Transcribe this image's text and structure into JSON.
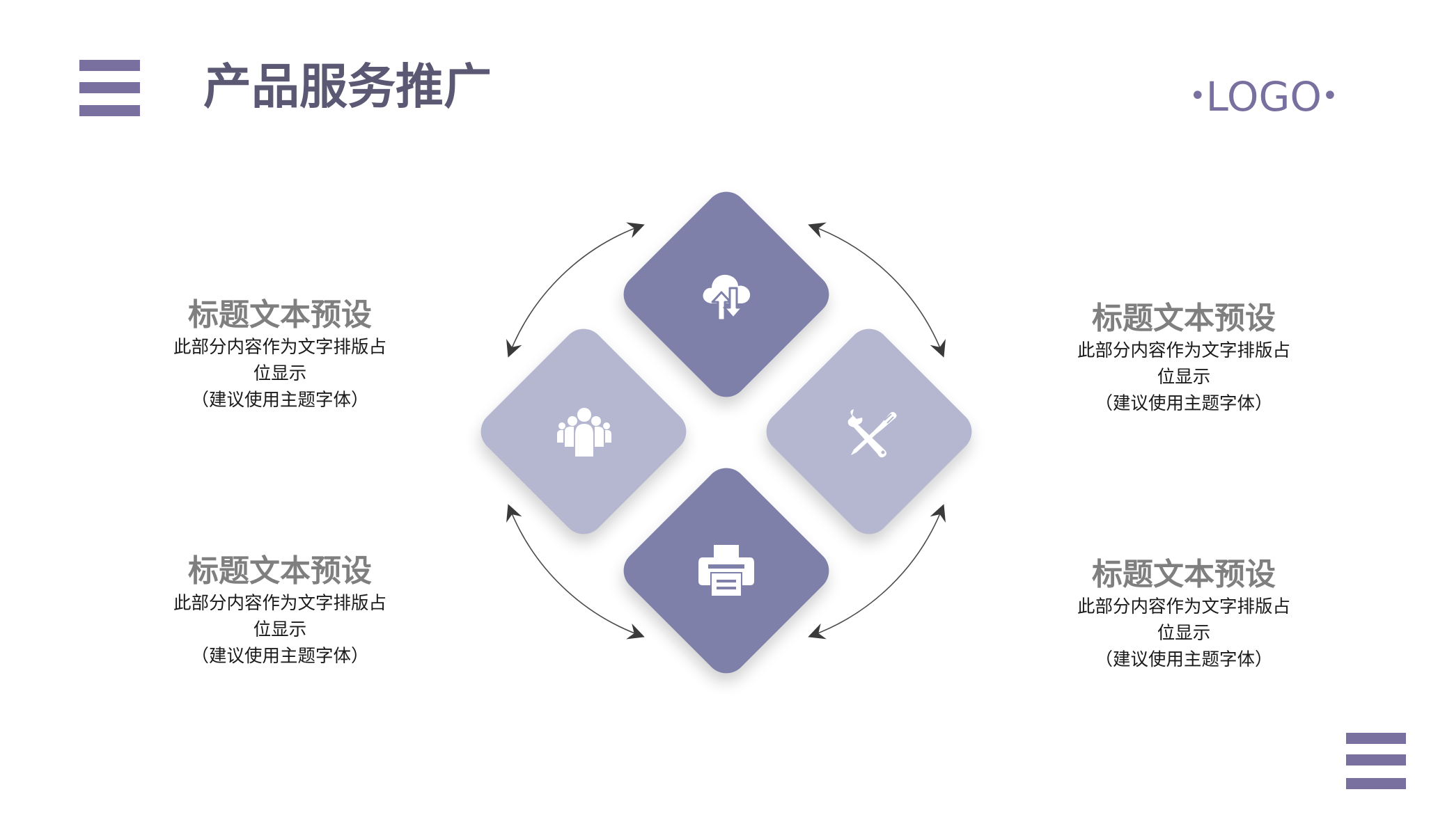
{
  "header": {
    "title": "产品服务推广",
    "logo": "LOGO"
  },
  "colors": {
    "accent": "#7a709f",
    "title": "#5a5873",
    "diamond_dark": "#7f80aa",
    "diamond_light": "#b5b7d0",
    "heading": "#7f7f7f",
    "body_text": "#1a1a1a",
    "arrow": "#3a3a3a"
  },
  "diagram": {
    "nodes": [
      {
        "position": "top",
        "icon": "cloud-upload-download-icon",
        "tone": "dark"
      },
      {
        "position": "left",
        "icon": "people-group-icon",
        "tone": "light"
      },
      {
        "position": "right",
        "icon": "wrench-screwdriver-icon",
        "tone": "light"
      },
      {
        "position": "bottom",
        "icon": "printer-icon",
        "tone": "dark"
      }
    ],
    "arrows": [
      "top-left",
      "top-right",
      "bottom-left",
      "bottom-right"
    ]
  },
  "blocks": [
    {
      "position": "top-left",
      "heading": "标题文本预设",
      "lines": [
        "此部分内容作为文字排版占",
        "位显示",
        "（建议使用主题字体）"
      ]
    },
    {
      "position": "top-right",
      "heading": "标题文本预设",
      "lines": [
        "此部分内容作为文字排版占",
        "位显示",
        "（建议使用主题字体）"
      ]
    },
    {
      "position": "bottom-left",
      "heading": "标题文本预设",
      "lines": [
        "此部分内容作为文字排版占",
        "位显示",
        "（建议使用主题字体）"
      ]
    },
    {
      "position": "bottom-right",
      "heading": "标题文本预设",
      "lines": [
        "此部分内容作为文字排版占",
        "位显示",
        "（建议使用主题字体）"
      ]
    }
  ]
}
